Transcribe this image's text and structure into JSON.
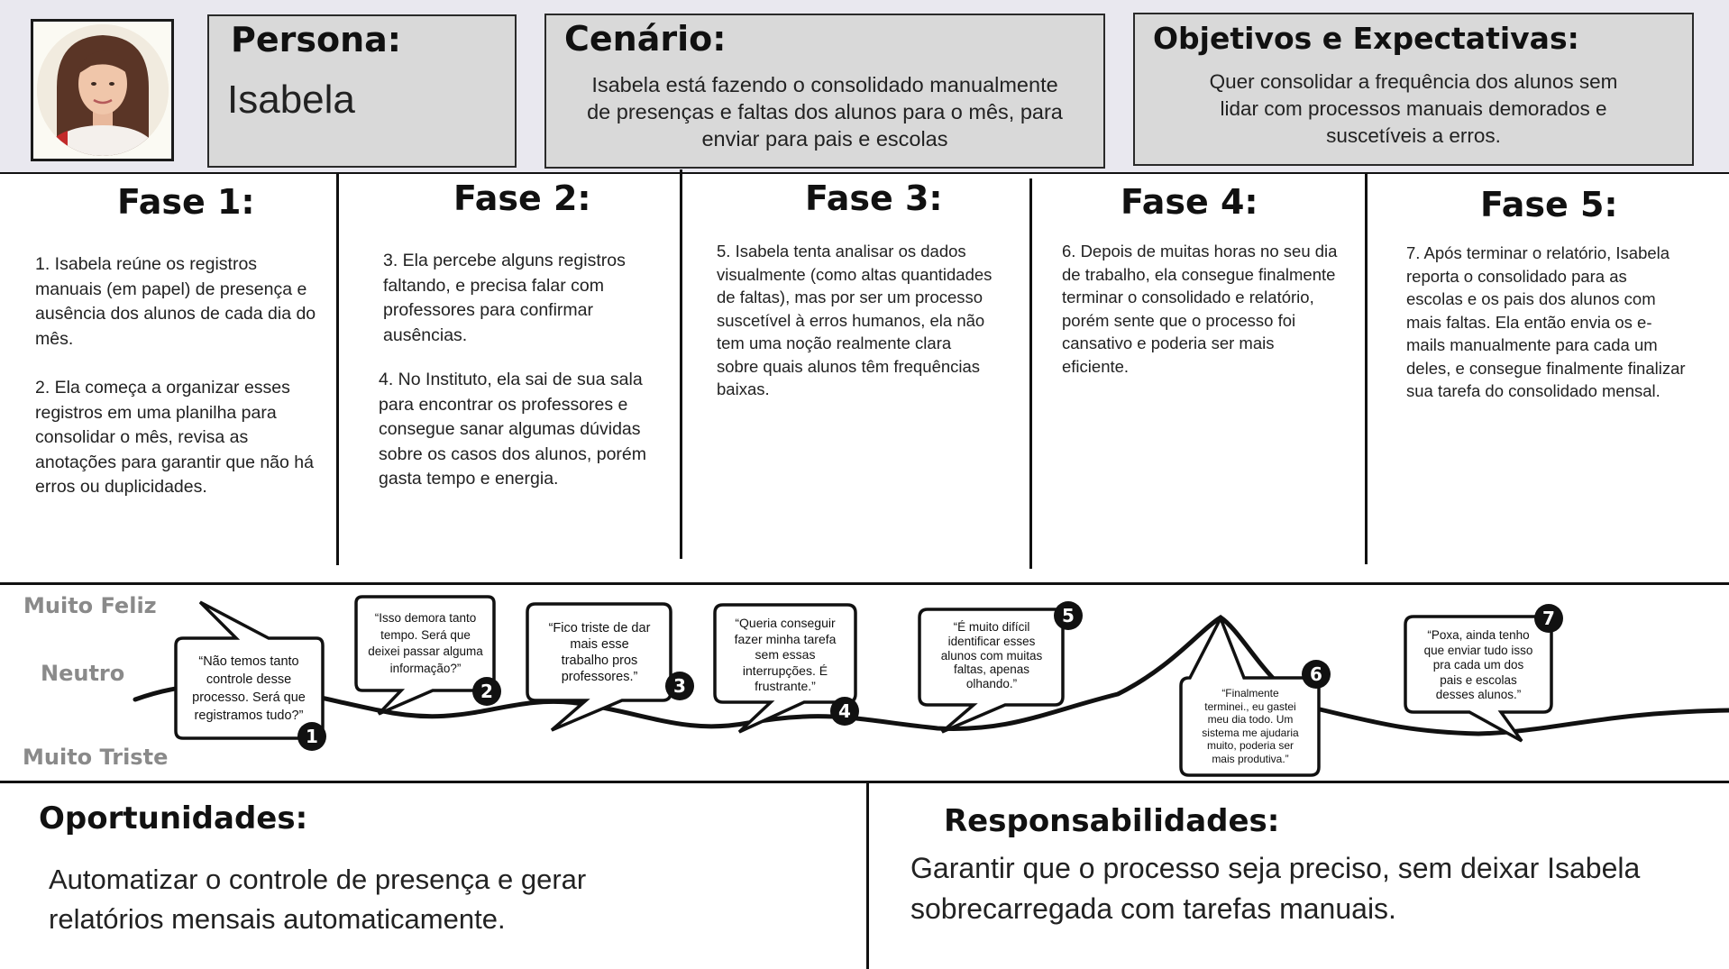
{
  "header": {
    "persona": {
      "label": "Persona:",
      "name": "Isabela"
    },
    "scenario": {
      "label": "Cenário:",
      "lines": [
        "Isabela está fazendo o consolidado manualmente",
        "de presenças e faltas dos alunos para o mês, para",
        "enviar para pais e escolas"
      ]
    },
    "goals": {
      "label": "Objetivos e Expectativas:",
      "lines": [
        "Quer consolidar a frequência dos alunos sem",
        "lidar com processos manuais demorados e",
        "suscetíveis a erros."
      ]
    }
  },
  "phases": [
    {
      "title": "Fase 1:",
      "paragraphs": [
        "1. Isabela reúne os registros manuais (em papel) de presença e ausência dos alunos de cada dia do mês.",
        "2. Ela começa a organizar esses registros em uma planilha para consolidar o mês, revisa as anotações para garantir que não há erros ou duplicidades."
      ]
    },
    {
      "title": "Fase 2:",
      "paragraphs": [
        "3. Ela percebe alguns registros faltando, e precisa falar com professores para confirmar ausências.",
        "4. No Instituto, ela sai de sua sala para encontrar os professores e consegue sanar algumas dúvidas sobre os casos dos alunos, porém gasta tempo e energia."
      ]
    },
    {
      "title": "Fase 3:",
      "paragraphs": [
        "5. Isabela tenta analisar os dados visualmente (como altas quantidades de faltas), mas por ser um processo suscetível à erros humanos, ela não tem uma noção realmente clara sobre quais alunos têm frequências baixas."
      ]
    },
    {
      "title": "Fase 4:",
      "paragraphs": [
        "6. Depois de muitas horas no seu dia de trabalho, ela consegue finalmente terminar o consolidado e relatório, porém sente que o processo foi cansativo e poderia ser mais eficiente."
      ]
    },
    {
      "title": "Fase 5:",
      "paragraphs": [
        "7. Após terminar o relatório, Isabela reporta o consolidado para as escolas e os pais dos alunos com mais faltas. Ela então envia os e-mails manualmente para cada um deles, e consegue finalmente finalizar sua tarefa do consolidado mensal."
      ]
    }
  ],
  "emotion_scale": {
    "high": "Muito Feliz",
    "mid": "Neutro",
    "low": "Muito Triste"
  },
  "emotion_levels": [
    "Neutro",
    "Neutro",
    "Muito Triste",
    "Muito Triste",
    "Muito Triste",
    "Muito Feliz",
    "Muito Triste"
  ],
  "bubbles": [
    {
      "number": "1",
      "lines": [
        "“Não temos tanto",
        "controle desse",
        "processo. Será que",
        "registramos tudo?”"
      ]
    },
    {
      "number": "2",
      "lines": [
        "“Isso demora tanto",
        "tempo. Será que",
        "deixei passar alguma",
        "informação?”"
      ]
    },
    {
      "number": "3",
      "lines": [
        "“Fico triste de dar",
        "mais esse",
        "trabalho pros",
        "professores.”"
      ]
    },
    {
      "number": "4",
      "lines": [
        "“Queria conseguir",
        "fazer minha tarefa",
        "sem essas",
        "interrupções. É",
        "frustrante.”"
      ]
    },
    {
      "number": "5",
      "lines": [
        "“É muito difícil",
        "identificar esses",
        "alunos com muitas",
        "faltas, apenas",
        "olhando.”"
      ]
    },
    {
      "number": "6",
      "lines": [
        "“Finalmente",
        "terminei., eu gastei",
        "meu dia todo. Um",
        "sistema me ajudaria",
        "muito, poderia ser",
        "mais produtiva.”"
      ]
    },
    {
      "number": "7",
      "lines": [
        "“Poxa, ainda tenho",
        "que enviar tudo isso",
        "pra cada um dos",
        "pais e escolas",
        "desses alunos.”"
      ]
    }
  ],
  "opportunities": {
    "title": "Oportunidades:",
    "lines": [
      "Automatizar o controle de presença e gerar",
      "relatórios mensais automaticamente."
    ]
  },
  "responsibilities": {
    "title": "Responsabilidades:",
    "lines": [
      "Garantir que o processo seja preciso, sem deixar Isabela",
      "sobrecarregada com tarefas manuais."
    ]
  }
}
